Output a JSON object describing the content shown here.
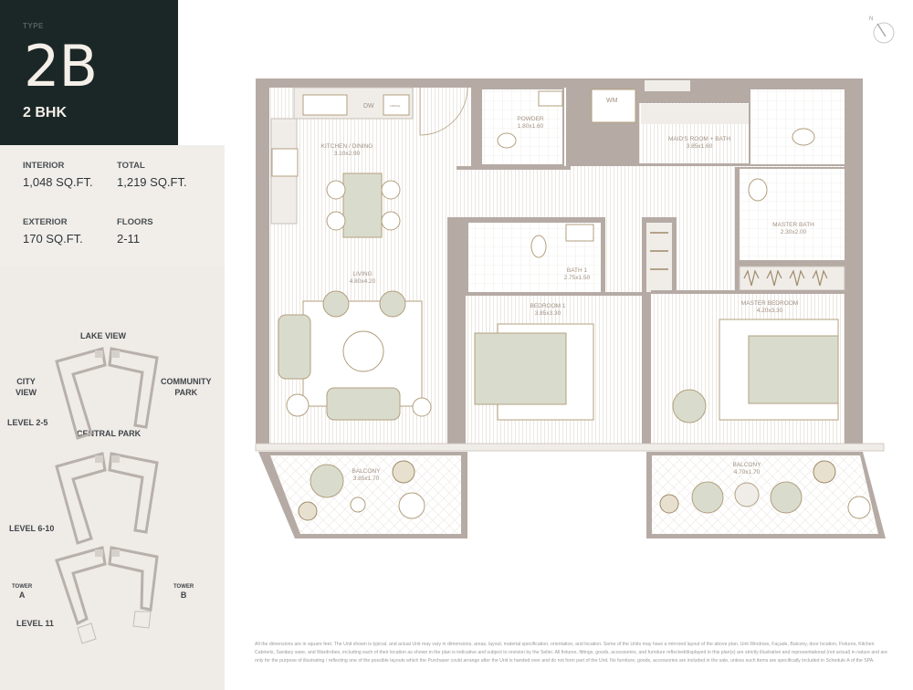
{
  "unit": {
    "type_label": "TYPE",
    "code": "2B",
    "config": "2 BHK"
  },
  "stats": [
    {
      "label": "INTERIOR",
      "value": "1,048 SQ.FT."
    },
    {
      "label": "TOTAL",
      "value": "1,219 SQ.FT."
    },
    {
      "label": "EXTERIOR",
      "value": "170 SQ.FT."
    },
    {
      "label": "FLOORS",
      "value": "2-11"
    }
  ],
  "key_plan": {
    "views": {
      "north": "LAKE VIEW",
      "west_1": "CITY",
      "west_2": "VIEW",
      "east_1": "COMMUNITY",
      "east_2": "PARK",
      "south": "CENTRAL PARK"
    },
    "levels": [
      "LEVEL 2-5",
      "LEVEL 6-10",
      "LEVEL 11"
    ],
    "towers": [
      {
        "label": "TOWER",
        "name": "A"
      },
      {
        "label": "TOWER",
        "name": "B"
      }
    ]
  },
  "compass": {
    "label": "N"
  },
  "rooms": [
    {
      "name": "KITCHEN / DINING",
      "size": "3.10x2.90"
    },
    {
      "name": "POWDER",
      "size": "1.80x1.60"
    },
    {
      "name": "MAID'S ROOM + BATH",
      "size": "3.85x1.60"
    },
    {
      "name": "MASTER BATH",
      "size": "2.30x2.00"
    },
    {
      "name": "LIVING",
      "size": "4.80x4.20"
    },
    {
      "name": "BATH 1",
      "size": "2.75x1.50"
    },
    {
      "name": "BEDROOM 1",
      "size": "3.85x3.30"
    },
    {
      "name": "MASTER BEDROOM",
      "size": "4.20x3.30"
    },
    {
      "name": "BALCONY",
      "size": "3.85x1.70"
    },
    {
      "name": "BALCONY",
      "size": "4.70x1.70"
    }
  ],
  "fixtures": {
    "dw": "DW",
    "fridge": "FRIDGE",
    "wm": "WM"
  },
  "colors": {
    "dark_panel": "#1b2727",
    "side_panel": "#efebe7",
    "wall": "#b5aba4",
    "line": "#b39f7e",
    "furniture": "#d9dccd"
  },
  "disclaimer": "All the dimensions are in square feet. The Unit shown is typical, and actual Unit may vary in dimensions, areas, layout, material specification, orientation, and location. Some of the Units may have a mirrored layout of the above plan. Unit Windows, Façade, Balcony, door location, Fixtures, Kitchen Cabinets, Sanitary ware, and Wardrobes, including each of their location as shown in the plan is indicative and subject to revision by the Seller. All fixtures, fittings, goods, accessories, and furniture reflected/displayed in this plan(s) are strictly illustrative and representational (not actual) in nature and are only for the purpose of illustrating / reflecting one of the possible layouts which the Purchaser could arrange after the Unit is handed over and do not form part of the Unit. No furniture, goods, accessories are included in the sale, unless such items are specifically included in Schedule A of the SPA."
}
